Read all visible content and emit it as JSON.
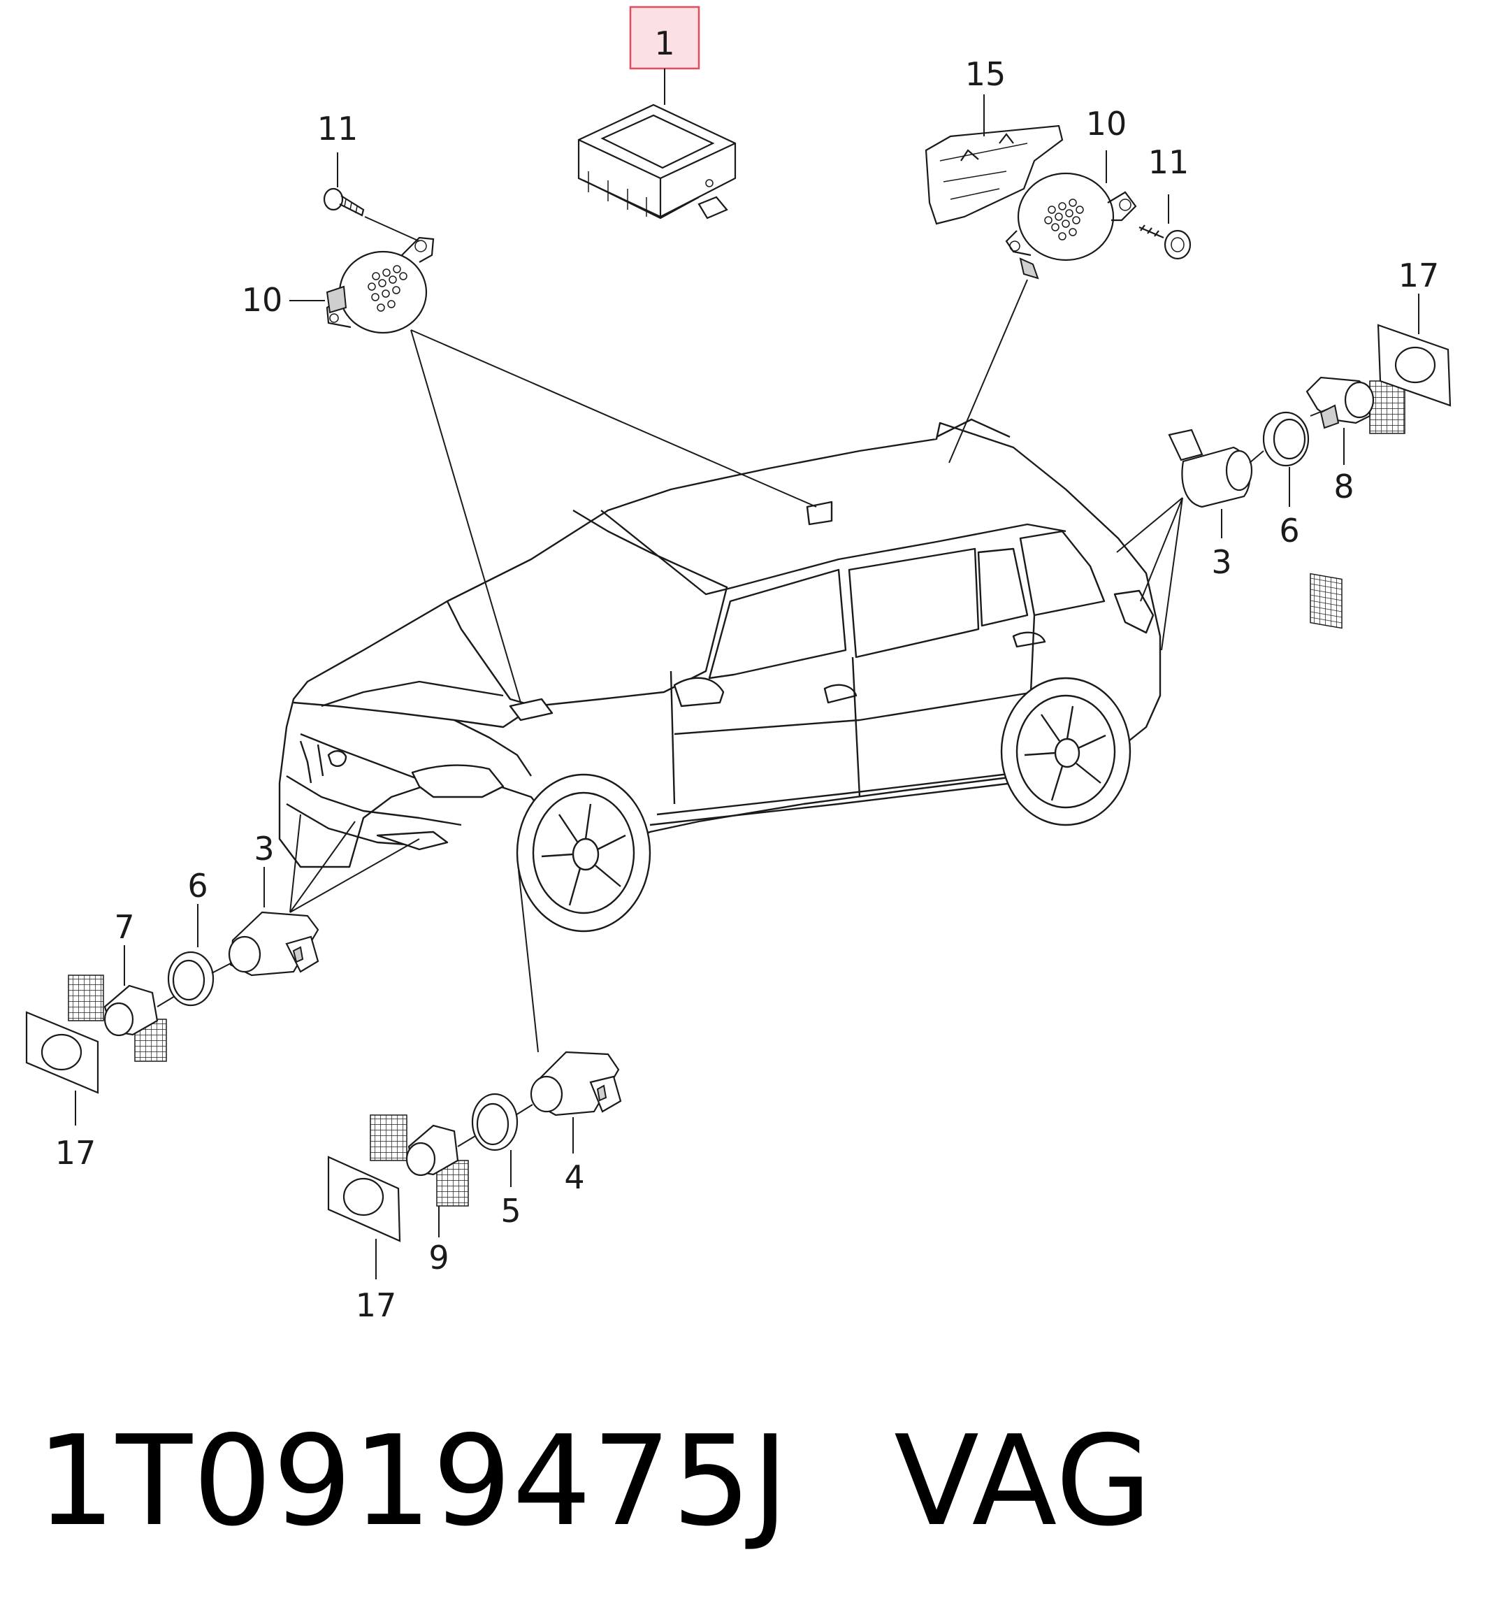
{
  "highlight_color": "#e34b5f",
  "highlight_fill": "#fbe0e4",
  "callouts": [
    {
      "id": "c1",
      "label": "1",
      "highlighted": true
    },
    {
      "id": "c15",
      "label": "15"
    },
    {
      "id": "c10-right",
      "label": "10"
    },
    {
      "id": "c11-right",
      "label": "11"
    },
    {
      "id": "c11-left",
      "label": "11"
    },
    {
      "id": "c10-left",
      "label": "10"
    },
    {
      "id": "c17-right",
      "label": "17"
    },
    {
      "id": "c8",
      "label": "8"
    },
    {
      "id": "c6-right",
      "label": "6"
    },
    {
      "id": "c3-right",
      "label": "3"
    },
    {
      "id": "c3-left",
      "label": "3"
    },
    {
      "id": "c6-left",
      "label": "6"
    },
    {
      "id": "c7",
      "label": "7"
    },
    {
      "id": "c17-left",
      "label": "17"
    },
    {
      "id": "c4",
      "label": "4"
    },
    {
      "id": "c5",
      "label": "5"
    },
    {
      "id": "c9",
      "label": "9"
    },
    {
      "id": "c17-bottom",
      "label": "17"
    }
  ],
  "footer": {
    "part_number": "1T0919475J",
    "brand": "VAG"
  }
}
